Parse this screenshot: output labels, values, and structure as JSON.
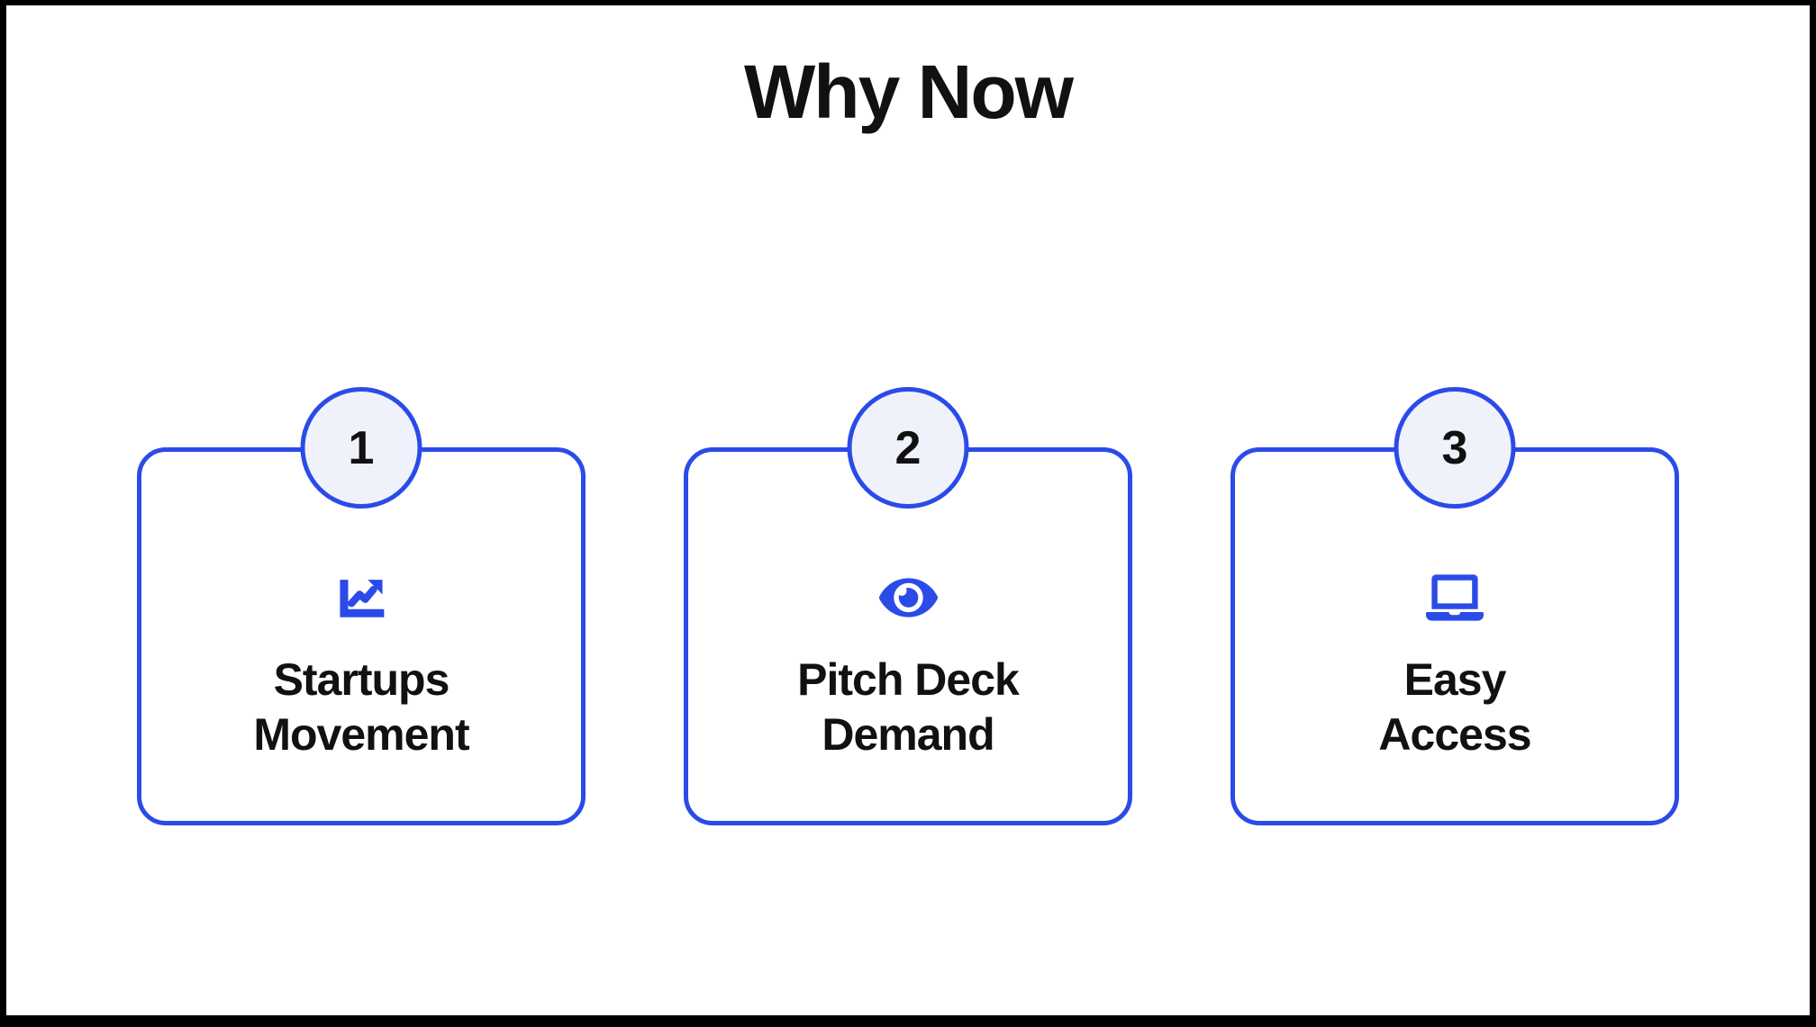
{
  "slide": {
    "title": "Why Now"
  },
  "colors": {
    "accent": "#2B4BE8",
    "circle_fill": "#EFF2FB",
    "text": "#111111",
    "frame": "#000000",
    "background": "#FFFFFF"
  },
  "cards": [
    {
      "number": "1",
      "icon": "trend-chart-icon",
      "label": "Startups\nMovement"
    },
    {
      "number": "2",
      "icon": "eye-icon",
      "label": "Pitch Deck\nDemand"
    },
    {
      "number": "3",
      "icon": "laptop-icon",
      "label": "Easy\nAccess"
    }
  ]
}
